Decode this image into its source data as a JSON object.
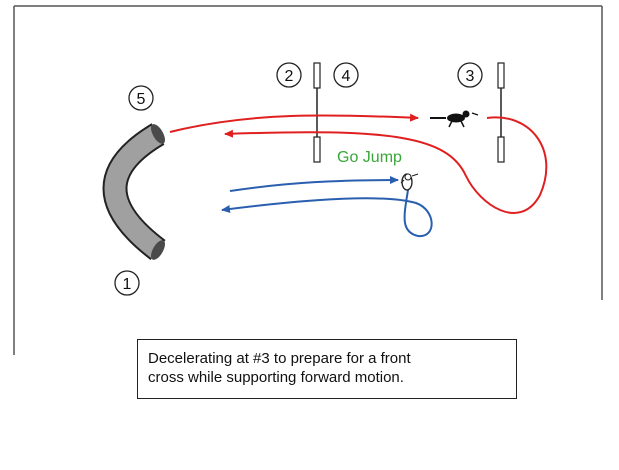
{
  "labels": {
    "n1": "1",
    "n2": "2",
    "n3": "3",
    "n4": "4",
    "n5": "5",
    "go_jump": "Go Jump"
  },
  "caption": {
    "line1": "Decelerating at #3 to prepare for a front",
    "line2": "cross while supporting forward motion."
  },
  "colors": {
    "handler_path": "#e02020",
    "dog_path": "#2a5fb0",
    "go_jump_text": "#3aa63a",
    "tunnel": "#9a9a9a",
    "frame": "#555555"
  }
}
